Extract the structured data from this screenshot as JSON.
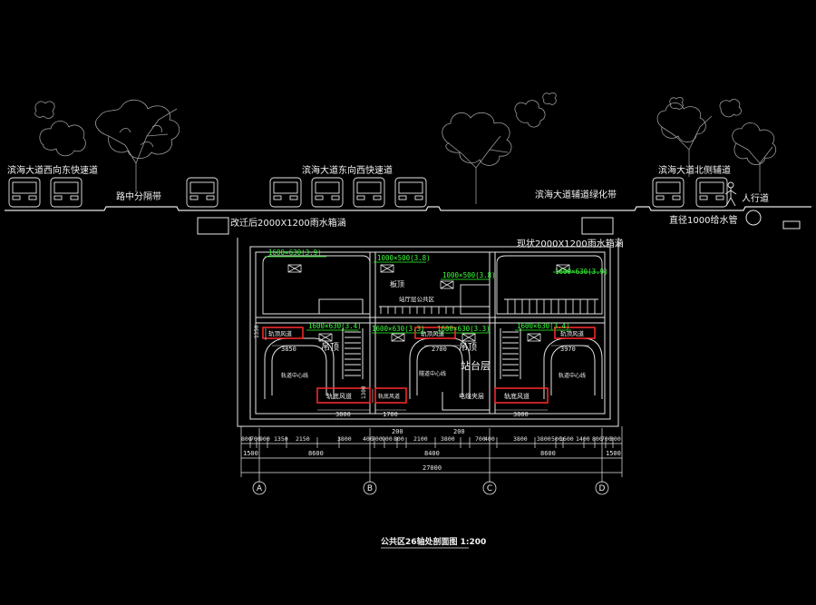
{
  "street_labels": {
    "west_east_express": "滨海大道西向东快速道",
    "median": "路中分隔带",
    "east_west_express": "滨海大道东向西快速道",
    "auxiliary_green": "滨海大道辅道绿化带",
    "north_auxiliary": "滨海大道北侧辅道",
    "sidewalk": "人行道"
  },
  "utility_labels": {
    "culvert_relocated": "改迁后2000X1200雨水箱涵",
    "culvert_existing": "现状2000X1200雨水箱涵",
    "water_pipe": "直径1000给水管"
  },
  "duct_labels": [
    "1600×630(3.9)",
    "1000×500(3.8)",
    "1000×500(3.8)",
    "1600×630(3.9)",
    "1600×630(3.4)",
    "1600×630(3.3)",
    "1600×630(3.3)",
    "1600×630(3.4)"
  ],
  "interior_labels": {
    "roof": "板顶",
    "concourse": "站厅层公共区",
    "hanging_ceiling_left": "吊顶",
    "hanging_ceiling_center": "吊顶",
    "platform_level": "站台层",
    "rail_center_left": "轨道中心线",
    "rail_center_mid": "隧道中心线",
    "rail_center_right": "轨道中心线",
    "cable_shaft": "电缆夹层"
  },
  "red_box_labels": [
    "轨顶风道",
    "轨顶风道",
    "轨顶风道",
    "轨底风道",
    "轨底风道",
    "轨底风道"
  ],
  "local_dims": [
    "3850",
    "2700",
    "3970",
    "3800",
    "1700",
    "3800",
    "1350",
    "1300"
  ],
  "top_dims": [
    "200",
    "200"
  ],
  "dim_row_1": [
    "800",
    "700",
    "900",
    "1350",
    "2150",
    "3800",
    "400",
    "700",
    "900",
    "800",
    "2100",
    "3800",
    "700",
    "400",
    "3800",
    "3800",
    "500",
    "1600",
    "1400",
    "800",
    "700",
    "800"
  ],
  "dim_row_2": [
    "1500",
    "8600",
    "8400",
    "8600",
    "1500"
  ],
  "total_width": "27000",
  "axes": [
    "A",
    "B",
    "C",
    "D"
  ],
  "title": "公共区26轴处剖面图 1:200"
}
